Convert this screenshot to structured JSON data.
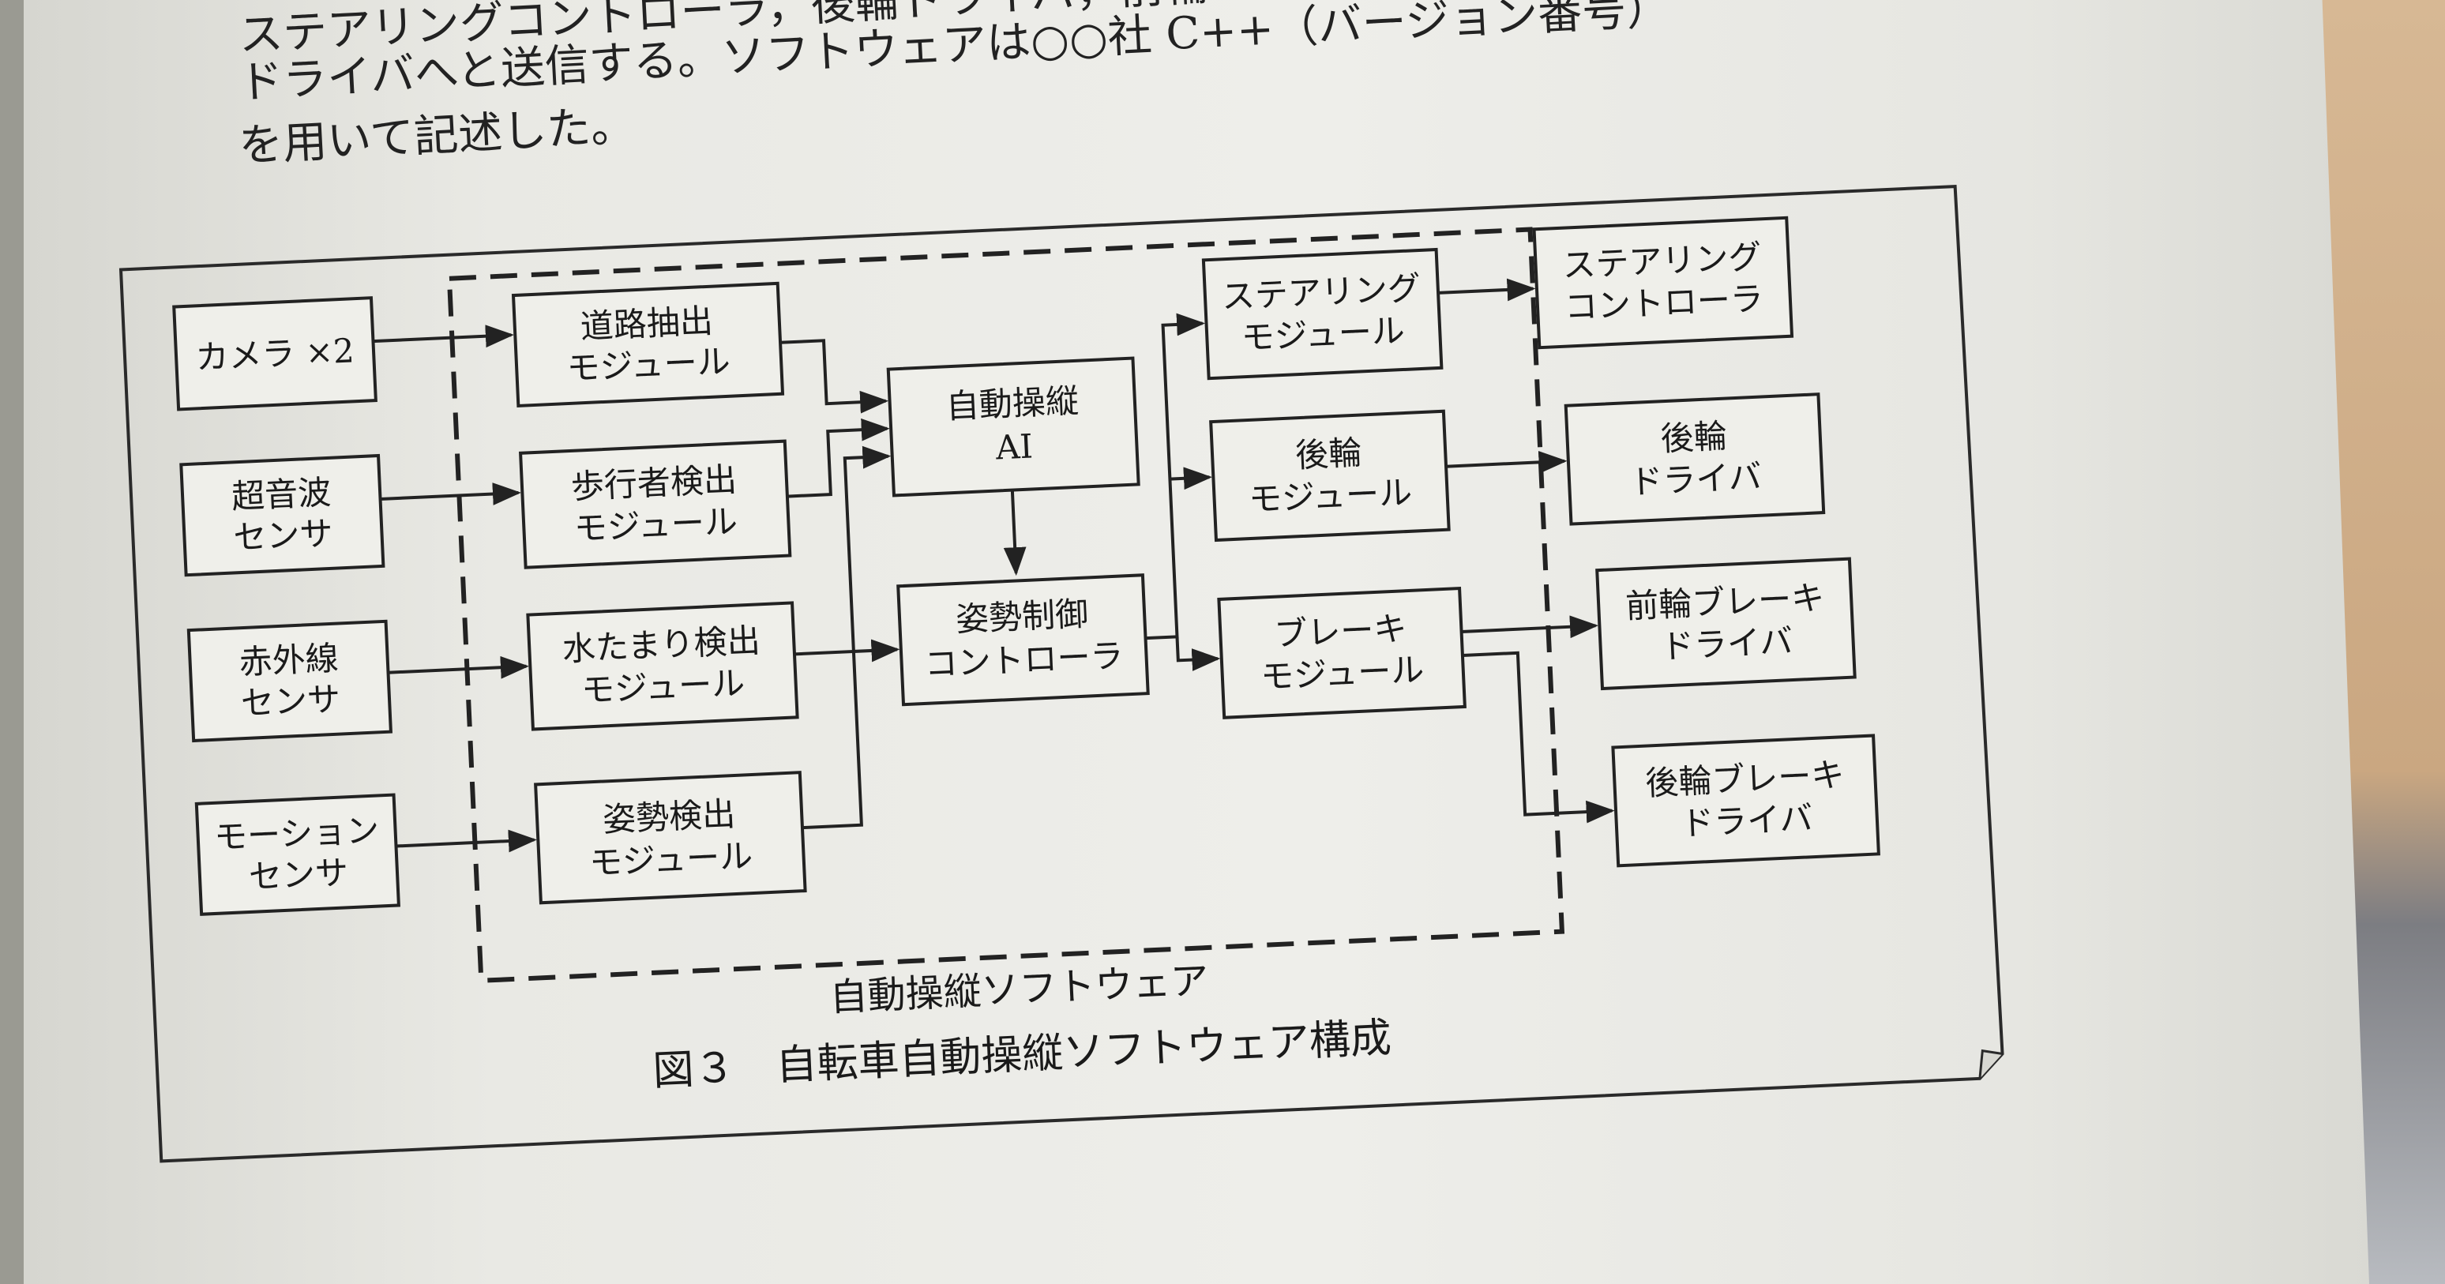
{
  "intro_text": {
    "line1": "ステアリングコントローラ，後輪ドライバ，前輪",
    "line2": "ドライバへと送信する。ソフトウェアは○○社 C++（バージョン番号）",
    "line3": "を用いて記述した。"
  },
  "diagram": {
    "sensors": {
      "camera": [
        "カメラ ×2"
      ],
      "ultrasonic": [
        "超音波",
        "センサ"
      ],
      "infrared": [
        "赤外線",
        "センサ"
      ],
      "motion": [
        "モーション",
        "センサ"
      ]
    },
    "modules": {
      "road": [
        "道路抽出",
        "モジュール"
      ],
      "pedestrian": [
        "歩行者検出",
        "モジュール"
      ],
      "puddle": [
        "水たまり検出",
        "モジュール"
      ],
      "posture": [
        "姿勢検出",
        "モジュール"
      ]
    },
    "core": {
      "ai": [
        "自動操縦",
        "AI"
      ],
      "posture_ctrl": [
        "姿勢制御",
        "コントローラ"
      ]
    },
    "actuator_modules": {
      "steering": [
        "ステアリング",
        "モジュール"
      ],
      "rear": [
        "後輪",
        "モジュール"
      ],
      "brake": [
        "ブレーキ",
        "モジュール"
      ]
    },
    "outputs": {
      "steering_ctrl": [
        "ステアリング",
        "コントローラ"
      ],
      "rear_driver": [
        "後輪",
        "ドライバ"
      ],
      "front_brake": [
        "前輪ブレーキ",
        "ドライバ"
      ],
      "rear_brake": [
        "後輪ブレーキ",
        "ドライバ"
      ]
    },
    "software_label": "自動操縦ソフトウェア",
    "caption": "図３　自転車自動操縦ソフトウェア構成"
  }
}
